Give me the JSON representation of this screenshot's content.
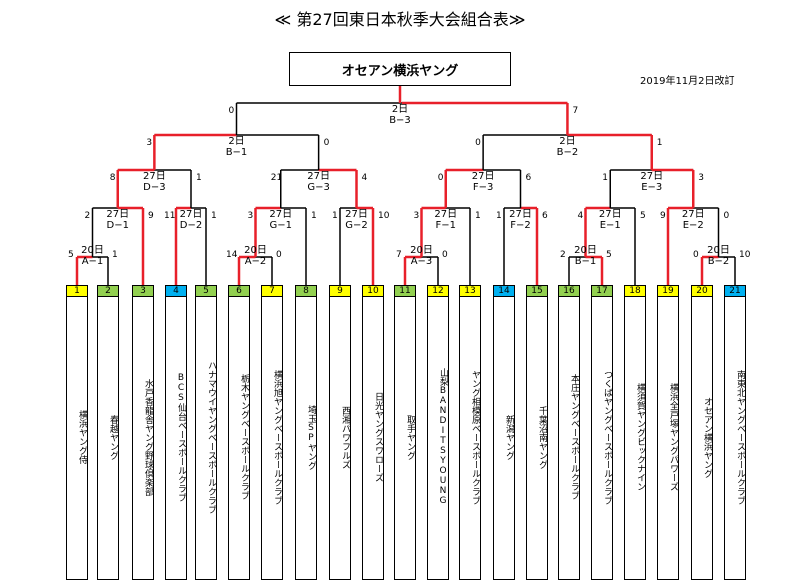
{
  "title": "≪ 第27回東日本秋季大会組合表≫",
  "winner": "オセアン横浜ヤング",
  "revised": "2019年11月2日改訂",
  "colors": {
    "win_line": "#e8202a",
    "line": "#000000",
    "yellow": "#ffff00",
    "green": "#92d050",
    "blue": "#00b0f0"
  },
  "matches": [
    {
      "id": "A-1",
      "date": "20日",
      "code": "A−1"
    },
    {
      "id": "A-2",
      "date": "20日",
      "code": "A−2"
    },
    {
      "id": "A-3",
      "date": "20日",
      "code": "A−3"
    },
    {
      "id": "B-1s",
      "date": "20日",
      "code": "B−1"
    },
    {
      "id": "B-2s",
      "date": "20日",
      "code": "B−2"
    },
    {
      "id": "D-1",
      "date": "27日",
      "code": "D−1"
    },
    {
      "id": "D-2",
      "date": "27日",
      "code": "D−2"
    },
    {
      "id": "G-1",
      "date": "27日",
      "code": "G−1"
    },
    {
      "id": "G-2",
      "date": "27日",
      "code": "G−2"
    },
    {
      "id": "F-1",
      "date": "27日",
      "code": "F−1"
    },
    {
      "id": "F-2",
      "date": "27日",
      "code": "F−2"
    },
    {
      "id": "E-1",
      "date": "27日",
      "code": "E−1"
    },
    {
      "id": "E-2",
      "date": "27日",
      "code": "E−2"
    },
    {
      "id": "D-3",
      "date": "27日",
      "code": "D−3"
    },
    {
      "id": "G-3",
      "date": "27日",
      "code": "G−3"
    },
    {
      "id": "F-3",
      "date": "27日",
      "code": "F−3"
    },
    {
      "id": "E-3",
      "date": "27日",
      "code": "E−3"
    },
    {
      "id": "B-1",
      "date": "2日",
      "code": "B−1"
    },
    {
      "id": "B-2",
      "date": "2日",
      "code": "B−2"
    },
    {
      "id": "B-3",
      "date": "2日",
      "code": "B−3"
    }
  ],
  "scores": {
    "final": [
      "0",
      "7"
    ],
    "semi_l": [
      "3",
      "0"
    ],
    "semi_r": [
      "0",
      "1"
    ],
    "q1": [
      "8",
      "1"
    ],
    "q2": [
      "21",
      "4"
    ],
    "q3": [
      "0",
      "6"
    ],
    "q4": [
      "1",
      "3"
    ],
    "d1": [
      "2",
      "9"
    ],
    "d2": [
      "11",
      "1"
    ],
    "g1": [
      "3",
      "1"
    ],
    "g2": [
      "1",
      "10"
    ],
    "f1": [
      "3",
      "1"
    ],
    "f2": [
      "1",
      "6"
    ],
    "e1": [
      "4",
      "5"
    ],
    "e2": [
      "9",
      "0"
    ],
    "a1": [
      "5",
      "1"
    ],
    "a2": [
      "14",
      "0"
    ],
    "a3": [
      "7",
      "0"
    ],
    "b1s": [
      "2",
      "5"
    ],
    "b2s": [
      "0",
      "10"
    ]
  },
  "teams": [
    {
      "num": "1",
      "name": "横浜ヤング侍",
      "color": "yellow"
    },
    {
      "num": "2",
      "name": "春越ヤング",
      "color": "green"
    },
    {
      "num": "3",
      "name": "水戸香龍舎ヤング野球倶楽部",
      "color": "green"
    },
    {
      "num": "4",
      "name": "BCS仙台ベースボールクラブ",
      "color": "blue"
    },
    {
      "num": "5",
      "name": "ハナマウイヤングベースボールクラブ",
      "color": "green"
    },
    {
      "num": "6",
      "name": "栃木ヤングベースボールクラブ",
      "color": "green"
    },
    {
      "num": "7",
      "name": "横浜旭ヤングベースボールクラブ",
      "color": "yellow"
    },
    {
      "num": "8",
      "name": "埼玉SPヤング",
      "color": "green"
    },
    {
      "num": "9",
      "name": "西湘パワフルズ",
      "color": "yellow"
    },
    {
      "num": "10",
      "name": "日光ヤングスワローズ",
      "color": "yellow"
    },
    {
      "num": "11",
      "name": "取手ヤング",
      "color": "green"
    },
    {
      "num": "12",
      "name": "山梨BANDITSYOUNG",
      "color": "yellow"
    },
    {
      "num": "13",
      "name": "ヤング相模原ベースボールクラブ",
      "color": "yellow"
    },
    {
      "num": "14",
      "name": "新潟ヤング",
      "color": "blue"
    },
    {
      "num": "15",
      "name": "千葉沼南ヤング",
      "color": "green"
    },
    {
      "num": "16",
      "name": "本庄ヤングベースボールクラブ",
      "color": "green"
    },
    {
      "num": "17",
      "name": "つくばヤングベースボールクラブ",
      "color": "green"
    },
    {
      "num": "18",
      "name": "横須賀ヤングビックナイン",
      "color": "yellow"
    },
    {
      "num": "19",
      "name": "横浜全戸塚ヤングパワーズ",
      "color": "yellow"
    },
    {
      "num": "20",
      "name": "オセアン横浜ヤング",
      "color": "yellow"
    },
    {
      "num": "21",
      "name": "南東北ヤングベースボールクラブ",
      "color": "blue"
    }
  ]
}
